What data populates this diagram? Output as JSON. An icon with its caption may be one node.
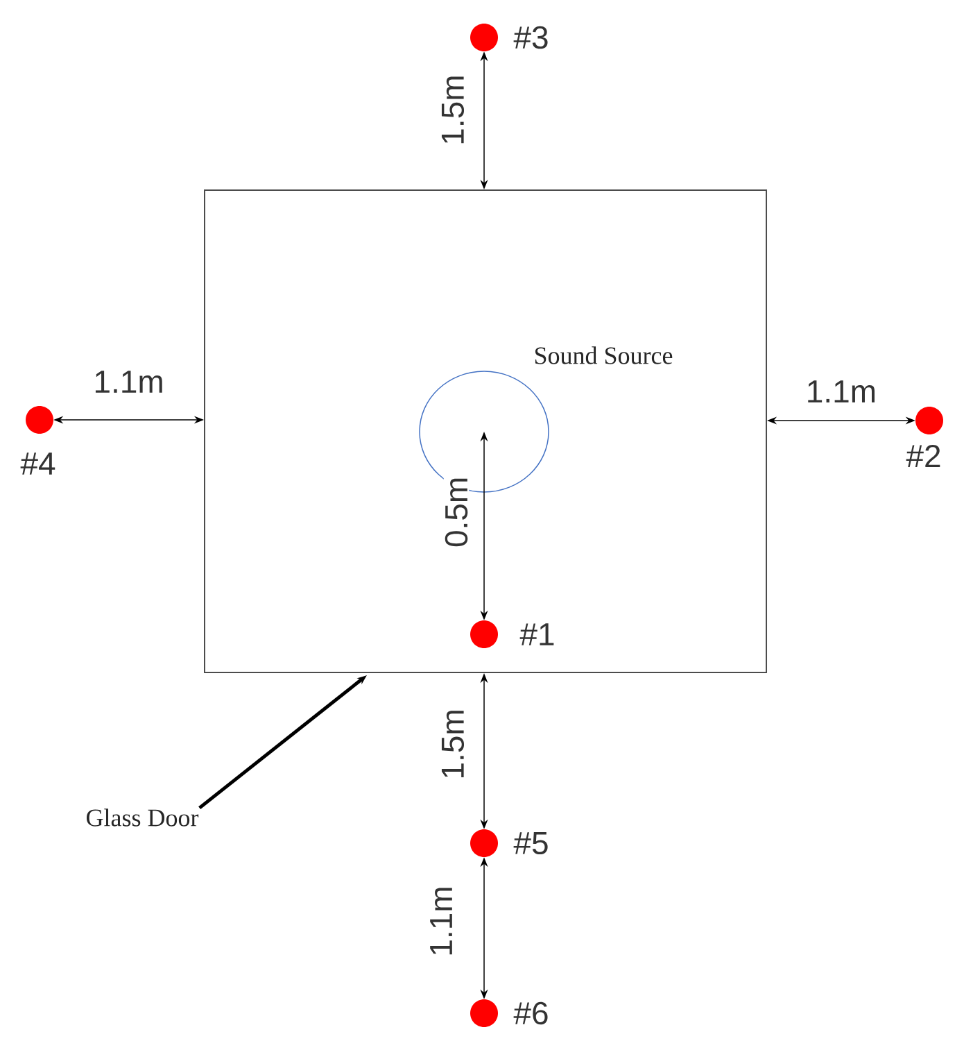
{
  "diagram": {
    "nodes": [
      {
        "text": [],
        "shape": "box"
      },
      {
        "text": [
          "Sound Source"
        ],
        "in": 0
      },
      {
        "text": [
          "#1"
        ],
        "in": 0
      },
      {
        "text": [
          "#2"
        ]
      },
      {
        "text": [
          "#3"
        ]
      },
      {
        "text": [
          "#4"
        ]
      },
      {
        "text": [
          "#5"
        ]
      },
      {
        "text": [
          "#6"
        ]
      },
      {
        "text": [
          "Glass Door"
        ]
      }
    ],
    "edges": [
      {
        "from": 1,
        "to": 2,
        "arrow": "both",
        "label": "0.5m"
      },
      {
        "from": 4,
        "to": 0,
        "arrow": "both",
        "label": "1.5m"
      },
      {
        "from": 3,
        "to": 0,
        "arrow": "both",
        "label": "1.1m"
      },
      {
        "from": 5,
        "to": 0,
        "arrow": "both",
        "label": "1.1m"
      },
      {
        "from": 0,
        "to": 6,
        "arrow": "both",
        "label": "1.5m"
      },
      {
        "from": 6,
        "to": 7,
        "arrow": "both",
        "label": "1.1m"
      },
      {
        "from": 8,
        "to": 0,
        "arrow": "to",
        "style": "thick"
      }
    ]
  }
}
